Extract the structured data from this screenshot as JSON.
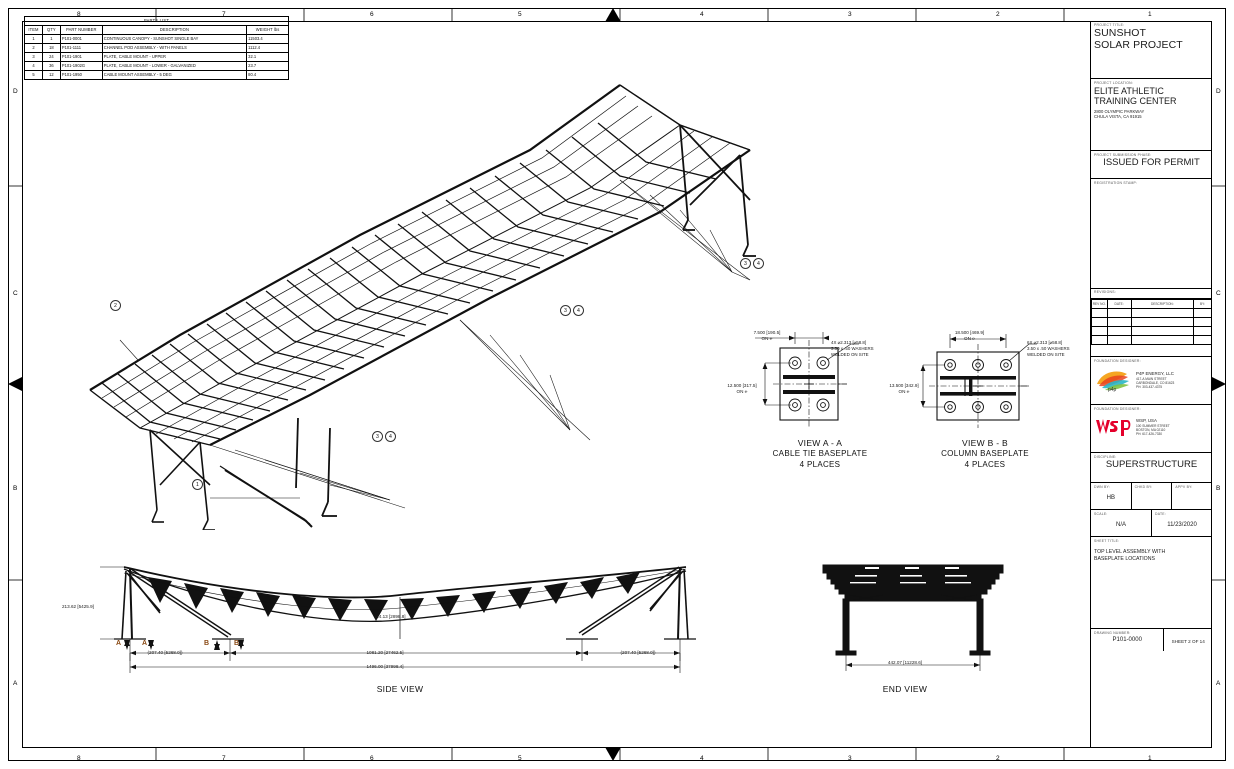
{
  "sheet": {
    "zones_top": [
      "8",
      "7",
      "6",
      "5",
      "4",
      "3",
      "2",
      "1"
    ],
    "zones_side": [
      "D",
      "C",
      "B",
      "A"
    ]
  },
  "parts_list": {
    "title": "PARTS LIST",
    "columns": [
      "ITEM",
      "QTY",
      "PART NUMBER",
      "DESCRIPTION",
      "WEIGHT lbs"
    ],
    "rows": [
      {
        "item": "1",
        "qty": "1",
        "pn": "P101-0001",
        "desc": "CONTINUOUS CANOPY - SUNSHOT SINGLE BAY",
        "wt": "11503.4"
      },
      {
        "item": "2",
        "qty": "18",
        "pn": "P101-1111",
        "desc": "CHANNEL POD ASSEMBLY - WITH PANELS",
        "wt": "1112.4"
      },
      {
        "item": "3",
        "qty": "24",
        "pn": "P101-1901",
        "desc": "PLATE, CABLE MOUNT - UPPER",
        "wt": "32.1"
      },
      {
        "item": "4",
        "qty": "36",
        "pn": "P101-1902G",
        "desc": "PLATE, CABLE MOUNT - LOWER - GALVANIZED",
        "wt": "23.7"
      },
      {
        "item": "5",
        "qty": "12",
        "pn": "P101-1950",
        "desc": "CABLE MOUNT ASSEMBLY - 5 DEG",
        "wt": "80.4"
      }
    ]
  },
  "iso_view": {
    "balloons": [
      {
        "n": "2"
      },
      {
        "n": "1"
      },
      {
        "n": "3"
      },
      {
        "n": "4"
      },
      {
        "n": "3"
      },
      {
        "n": "4"
      },
      {
        "n": "3"
      },
      {
        "n": "4"
      },
      {
        "n": "3"
      },
      {
        "n": "4"
      }
    ]
  },
  "view_a": {
    "title": "VIEW A - A",
    "subtitle": "CABLE TIE BASEPLATE",
    "places": "4 PLACES",
    "dim_top": "7.500 [190.5]",
    "dim_top_2": "ON ℮",
    "dim_left": "12.500 [317.5]",
    "dim_left_2": "ON ℮",
    "note_line1": "4X ⌀2.313 [⌀58.8]",
    "note_line2": "3.50 x .50 WASHERS",
    "note_line3": "WELDED ON SITE"
  },
  "view_b": {
    "title": "VIEW B - B",
    "subtitle": "COLUMN BASEPLATE",
    "places": "4 PLACES",
    "dim_top": "18.500 [469.9]",
    "dim_top_2": "ON ℮",
    "dim_left": "13.500 [342.9]",
    "dim_left_2": "ON ℮",
    "note_line1": "6X ⌀2.313 [⌀58.8]",
    "note_line2": "3.50 x .50 WASHERS",
    "note_line3": "WELDED ON SITE"
  },
  "side_view": {
    "title": "SIDE VIEW",
    "height_dim": "213.62 [5425.9]",
    "mid_dim": "114.13 [2898.8]",
    "left_span": "(207.40 [5268.0])",
    "center_span": "1081.20 [27462.5]",
    "right_span": "(207.40 [5268.0])",
    "total_span": "1496.00 [37998.4]",
    "section_marks": [
      "A",
      "A",
      "B",
      "B"
    ]
  },
  "end_view": {
    "title": "END VIEW",
    "width_dim": "442.07 [11228.6]"
  },
  "title_block": {
    "project_title_label": "PROJECT TITLE:",
    "project_title_line1": "SUNSHOT",
    "project_title_line2": "SOLAR PROJECT",
    "project_location_label": "PROJECT LOCATION:",
    "location_line1": "ELITE ATHLETIC",
    "location_line2": "TRAINING CENTER",
    "address_line1": "2800 OLYMPIC PARKWAY",
    "address_line2": "CHULA VISTA, CA 91915",
    "phase_label": "PROJECT SUBMISSION PHASE:",
    "phase_value": "ISSUED FOR PERMIT",
    "stamp_label": "REGISTRATION STAMP:",
    "revisions_label": "REVISIONS:",
    "rev_columns": [
      "REV NO.",
      "DATE:",
      "DESCRIPTION:",
      "BY:"
    ],
    "rev_rows": [
      {
        "no": "",
        "date": "",
        "desc": "",
        "by": ""
      },
      {
        "no": "",
        "date": "",
        "desc": "",
        "by": ""
      },
      {
        "no": "",
        "date": "",
        "desc": "",
        "by": ""
      },
      {
        "no": "",
        "date": "",
        "desc": "",
        "by": ""
      }
    ],
    "fd1_label": "FOUNDATION DESIGNER:",
    "fd1_name": "P4P ENERGY, LLC",
    "fd1_addr1": "417-A MAIN STREET",
    "fd1_addr2": "CARBONDALE, CO 81623",
    "fd1_addr3": "PH: 303-437-4375",
    "fd2_label": "FOUNDATION DESIGNER:",
    "fd2_name": "WSP, USA",
    "fd2_addr1": "100 SUMMER STREET",
    "fd2_addr2": "BOSTON, MA 02110",
    "fd2_addr3": "PH: 617-426-7330",
    "discipline_label": "DISCIPLINE:",
    "discipline_value": "SUPERSTRUCTURE",
    "dwn_label": "DWN BY:",
    "dwn_value": "HB",
    "chkd_label": "CHKD BY:",
    "chkd_value": "",
    "appv_label": "APPV BY:",
    "appv_value": "",
    "scale_label": "SCALE:",
    "scale_value": "N/A",
    "date_label": "DATE:",
    "date_value": "11/23/2020",
    "sheet_title_label": "SHEET TITLE:",
    "sheet_title_line1": "TOP LEVEL ASSEMBLY WITH",
    "sheet_title_line2": "BASEPLATE LOCATIONS",
    "drawing_number_label": "DRAWING NUMBER:",
    "drawing_number_value": "P101-0000",
    "sheet_number_value": "SHEET 2 OF 14"
  },
  "colors": {
    "line": "#000000",
    "section_mark": "#8a4a14",
    "wsp_red": "#e4002b",
    "text": "#1b1b1b"
  }
}
